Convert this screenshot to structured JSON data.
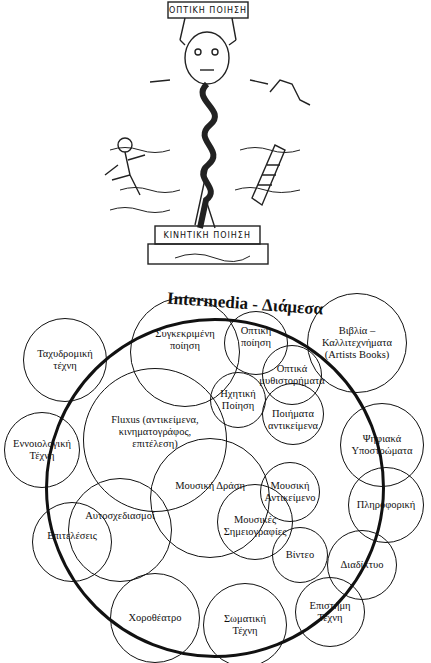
{
  "diagram": {
    "nodes": [
      {
        "text": [
          "Intermedia - Διάμεσα"
        ]
      },
      {
        "text": [
          "Ταχυδρομική τέχνη"
        ]
      },
      {
        "text": [
          "Συγκεκριμένη ποίηση"
        ]
      },
      {
        "text": [
          "Οπτική ποίηση"
        ]
      },
      {
        "text": [
          "Βιβλία – Καλλιτεχνήματα (Artists Books)"
        ]
      },
      {
        "text": [
          "Οπτικά μυθιστορήματα"
        ],
        "in": 0
      },
      {
        "text": [
          "Ηχητική Ποίηση"
        ],
        "in": 0
      },
      {
        "text": [
          "Ποιήματα αντικείμενα"
        ],
        "in": 0
      },
      {
        "text": [
          "Fluxus (αντικείμενα, κινηματογράφος, επιτέλεση)"
        ],
        "in": 0
      },
      {
        "text": [
          "Εννοιολογική Τέχνη"
        ]
      },
      {
        "text": [
          "Ψηφιακά Υποστρώματα"
        ]
      },
      {
        "text": [
          "Μουσική Δράση"
        ],
        "in": 0
      },
      {
        "text": [
          "Μουσική Αντικείμενο"
        ],
        "in": 0
      },
      {
        "text": [
          "Πληροφορική"
        ]
      },
      {
        "text": [
          "Μουσικές Σημειογραφίες"
        ],
        "in": 0
      },
      {
        "text": [
          "Αυτοσχεδιασμοί"
        ],
        "in": 0
      },
      {
        "text": [
          "Επιτελέσεις"
        ]
      },
      {
        "text": [
          "Βίντεο"
        ],
        "in": 0
      },
      {
        "text": [
          "Διαδίκτυο"
        ]
      },
      {
        "text": [
          "Επιστήμη Τέχνη"
        ]
      },
      {
        "text": [
          "Χοροθέατρο"
        ]
      },
      {
        "text": [
          "Σωματική Τέχνη"
        ]
      }
    ],
    "labels": [
      "ΟΠΤΙΚΗ ΠΟΙΗΣΗ",
      "ΚΙΝΗΤΙΚΗ ΠΟΙΗΣΗ"
    ]
  }
}
